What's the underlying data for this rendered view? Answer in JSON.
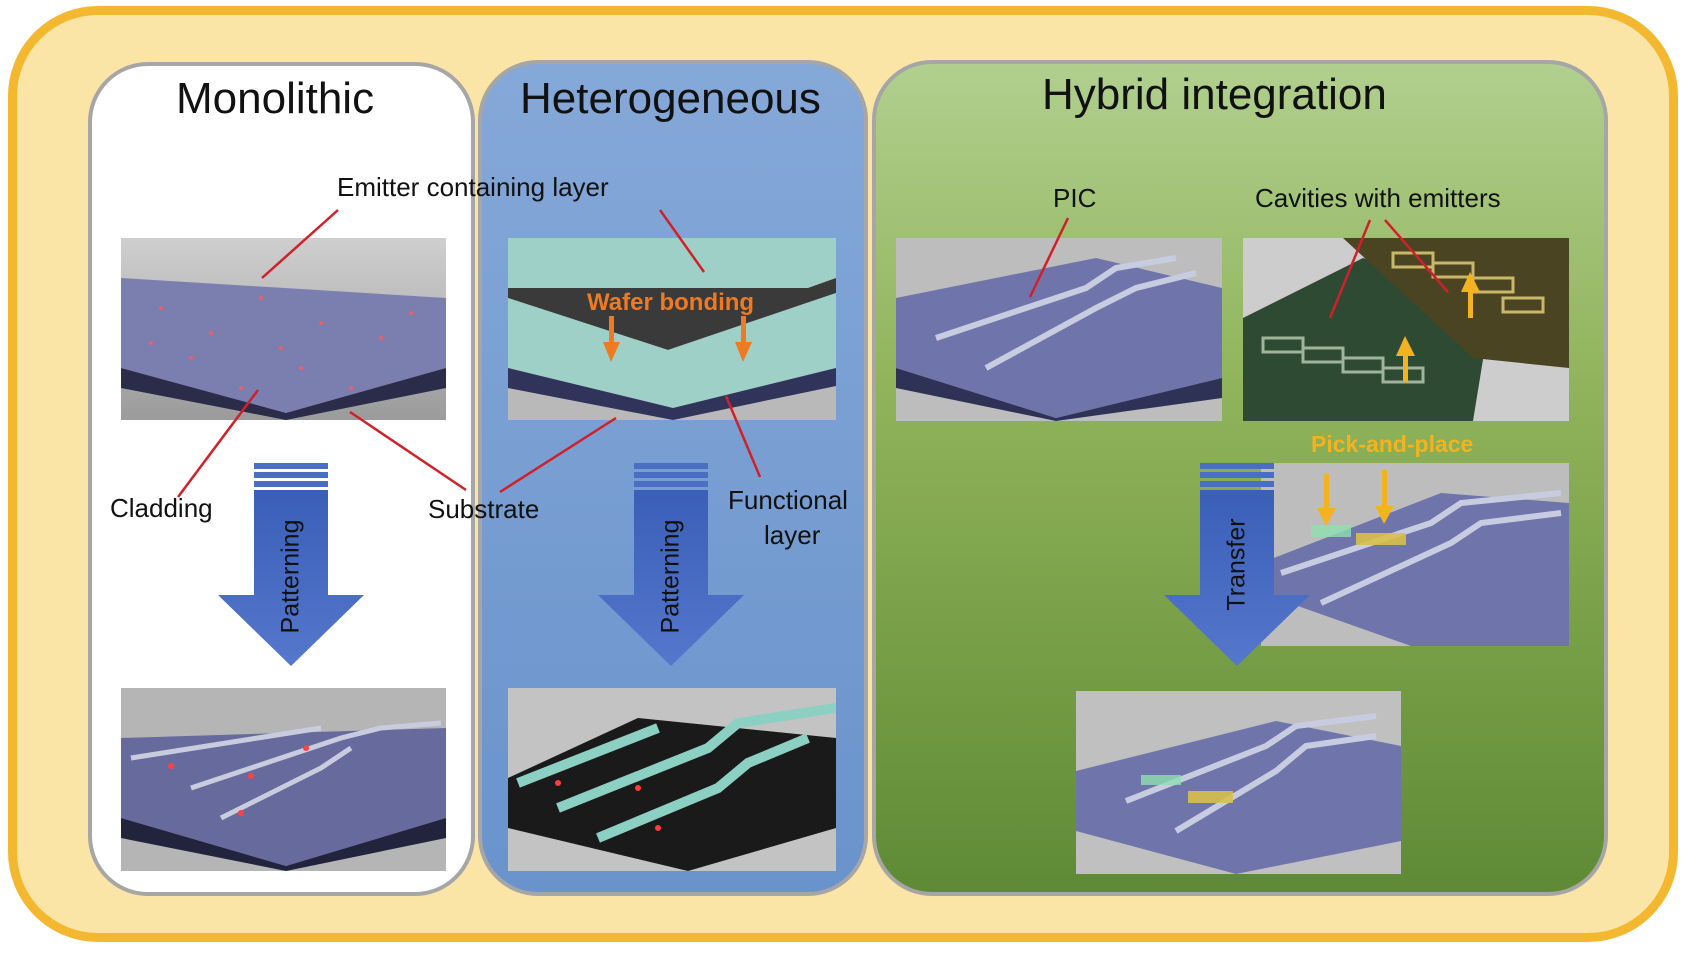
{
  "panels": {
    "monolithic": {
      "title": "Monolithic",
      "label_emitter_layer": "Emitter containing layer",
      "label_cladding": "Cladding",
      "label_substrate": "Substrate",
      "arrow_label": "Patterning"
    },
    "heterogeneous": {
      "title": "Heterogeneous",
      "label_wafer_bonding": "Wafer bonding",
      "label_functional_line1": "Functional",
      "label_functional_line2": "layer",
      "arrow_label": "Patterning"
    },
    "hybrid": {
      "title": "Hybrid integration",
      "label_pic": "PIC",
      "label_cavities": "Cavities with emitters",
      "label_pick_place": "Pick-and-place",
      "arrow_label": "Transfer"
    }
  },
  "colors": {
    "outer_border": "#f3b830",
    "outer_fill": "#fbe5a6",
    "label_line": "#d0202a",
    "wafer_bonding": "#ee7a22",
    "pick_and_place": "#f3b320",
    "process_arrow": "#4a6fc2"
  }
}
